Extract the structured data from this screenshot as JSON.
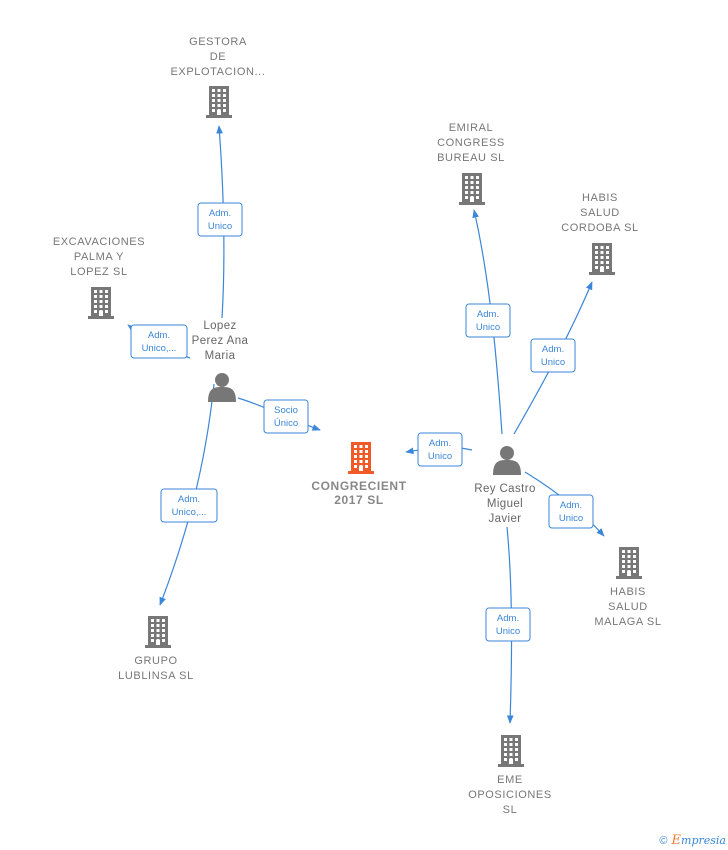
{
  "colors": {
    "company": "#777777",
    "center_company": "#f05a28",
    "person": "#777777",
    "edge": "#3a86d8"
  },
  "center": {
    "lines": [
      "CONGRECIENT",
      "2017  SL"
    ],
    "icon": "building-icon"
  },
  "companies": [
    {
      "id": "gestora",
      "lines": [
        "GESTORA",
        "DE",
        "EXPLOTACION..."
      ],
      "icon": "building-icon"
    },
    {
      "id": "excavaciones",
      "lines": [
        "EXCAVACIONES",
        "PALMA Y",
        "LOPEZ SL"
      ],
      "icon": "building-icon"
    },
    {
      "id": "grupo",
      "lines": [
        "GRUPO",
        "LUBLINSA  SL"
      ],
      "icon": "building-icon"
    },
    {
      "id": "emiral",
      "lines": [
        "EMIRAL",
        "CONGRESS",
        "BUREAU SL"
      ],
      "icon": "building-icon"
    },
    {
      "id": "habis_cordoba",
      "lines": [
        "HABIS",
        "SALUD",
        "CORDOBA  SL"
      ],
      "icon": "building-icon"
    },
    {
      "id": "habis_malaga",
      "lines": [
        "HABIS",
        "SALUD",
        "MALAGA  SL"
      ],
      "icon": "building-icon"
    },
    {
      "id": "eme",
      "lines": [
        "EME",
        "OPOSICIONES",
        "SL"
      ],
      "icon": "building-icon"
    }
  ],
  "persons": [
    {
      "id": "lopez",
      "lines": [
        "Lopez",
        "Perez Ana",
        "Maria"
      ],
      "icon": "person-icon"
    },
    {
      "id": "rey",
      "lines": [
        "Rey Castro",
        "Miguel",
        "Javier"
      ],
      "icon": "person-icon"
    }
  ],
  "edges": [
    {
      "id": "e1",
      "from": "lopez",
      "to": "gestora",
      "role": [
        "Adm.",
        "Unico"
      ]
    },
    {
      "id": "e2",
      "from": "lopez",
      "to": "excavaciones",
      "role": [
        "Adm.",
        "Unico,..."
      ]
    },
    {
      "id": "e3",
      "from": "lopez",
      "to": "center",
      "role": [
        "Socio",
        "Único"
      ]
    },
    {
      "id": "e4",
      "from": "lopez",
      "to": "grupo",
      "role": [
        "Adm.",
        "Unico,..."
      ]
    },
    {
      "id": "e5",
      "from": "rey",
      "to": "center",
      "role": [
        "Adm.",
        "Unico"
      ]
    },
    {
      "id": "e6",
      "from": "rey",
      "to": "emiral",
      "role": [
        "Adm.",
        "Unico"
      ]
    },
    {
      "id": "e7",
      "from": "rey",
      "to": "habis_cordoba",
      "role": [
        "Adm.",
        "Unico"
      ]
    },
    {
      "id": "e8",
      "from": "rey",
      "to": "habis_malaga",
      "role": [
        "Adm.",
        "Unico"
      ]
    },
    {
      "id": "e9",
      "from": "rey",
      "to": "eme",
      "role": [
        "Adm.",
        "Unico"
      ]
    }
  ],
  "watermark": {
    "copyright": "©",
    "brand_first": "E",
    "brand_rest": "mpresia"
  }
}
